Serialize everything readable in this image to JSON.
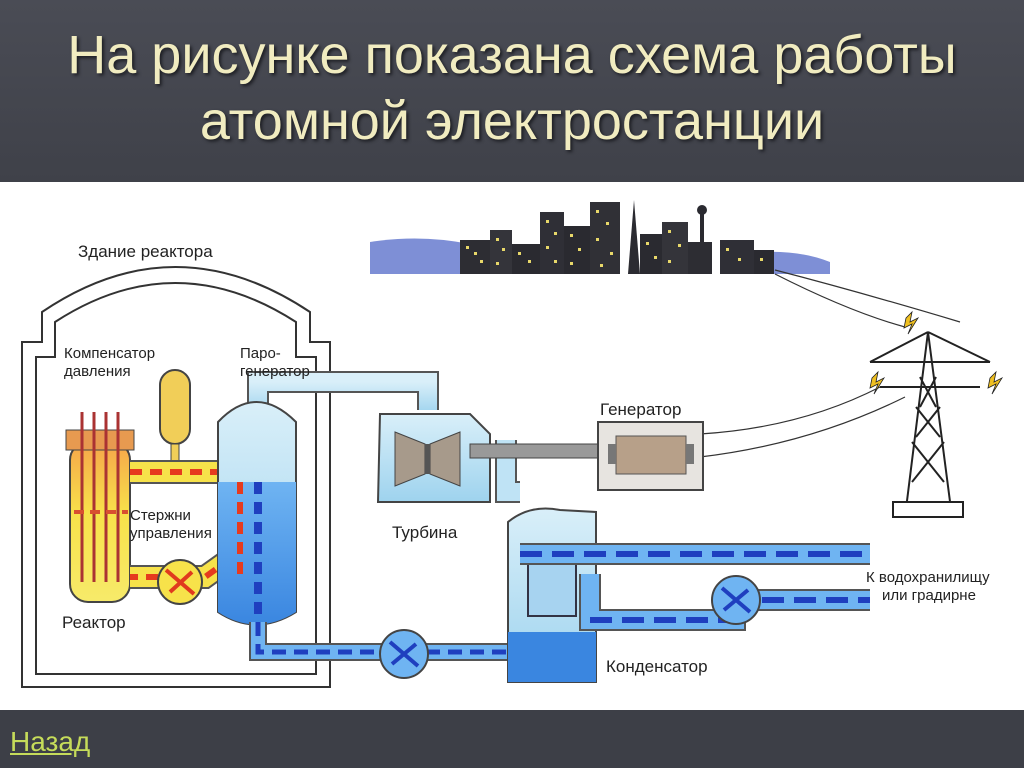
{
  "slide": {
    "title_line1": "На рисунке показана схема работы",
    "title_line2": "атомной электростанции",
    "back_label": "Назад"
  },
  "labels": {
    "reactor_building": "Здание реактора",
    "pressurizer_1": "Компенсатор",
    "pressurizer_2": "давления",
    "steam_gen_1": "Паро-",
    "steam_gen_2": "генератор",
    "control_rods_1": "Стержни",
    "control_rods_2": "управления",
    "reactor": "Реактор",
    "turbine": "Турбина",
    "generator": "Генератор",
    "condenser": "Конденсатор",
    "reservoir_1": "К водохранилищу",
    "reservoir_2": "или градирне"
  },
  "colors": {
    "hot_loop": "#e63a1e",
    "reactor_fill": "#f7e24a",
    "cold_water": "#2a5fd8",
    "steam": "#bfe3f5",
    "title_text": "#f1ecc0",
    "link": "#c6dc5a"
  }
}
